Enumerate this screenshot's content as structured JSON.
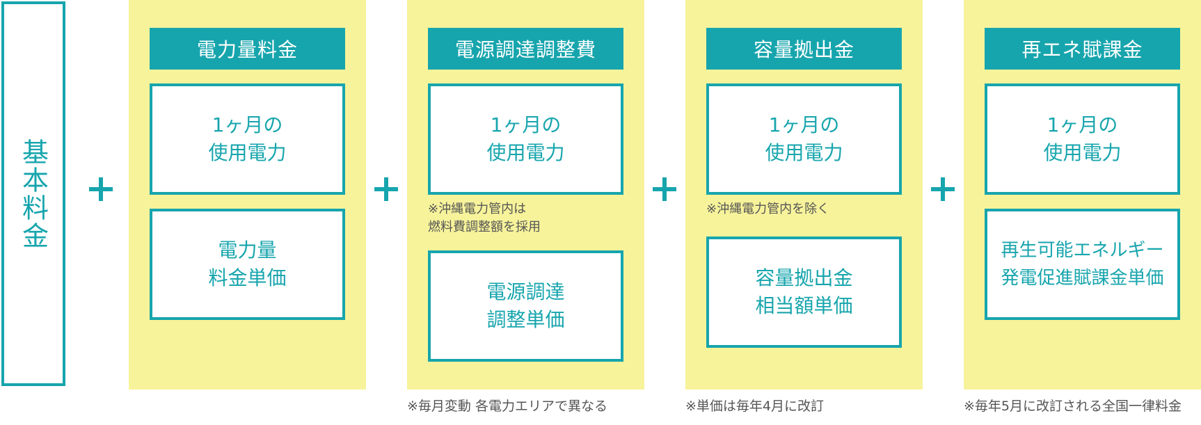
{
  "base": {
    "label": "基本料金"
  },
  "plus_symbol": "+",
  "panels": [
    {
      "header": "電力量料金",
      "box1": [
        "1ヶ月の",
        "使用電力"
      ],
      "box2": [
        "電力量",
        "料金単価"
      ]
    },
    {
      "header": "電源調達調整費",
      "box1": [
        "1ヶ月の",
        "使用電力"
      ],
      "inner_note": [
        "※沖縄電力管内は",
        "燃料費調整額を採用"
      ],
      "box2": [
        "電源調達",
        "調整単価"
      ],
      "bottom_note": "※毎月変動 各電力エリアで異なる"
    },
    {
      "header": "容量拠出金",
      "box1": [
        "1ヶ月の",
        "使用電力"
      ],
      "inner_note": [
        "※沖縄電力管内を除く"
      ],
      "box2": [
        "容量拠出金",
        "相当額単価"
      ],
      "bottom_note": "※単価は毎年4月に改訂"
    },
    {
      "header": "再エネ賦課金",
      "box1": [
        "1ヶ月の",
        "使用電力"
      ],
      "box2": [
        "再生可能エネルギー",
        "発電促進賦課金単価"
      ],
      "bottom_note": "※毎年5月に改訂される全国一律料金"
    }
  ],
  "colors": {
    "teal": "#17a5ad",
    "panel_bg": "#f7f39b",
    "note_text": "#555555"
  }
}
